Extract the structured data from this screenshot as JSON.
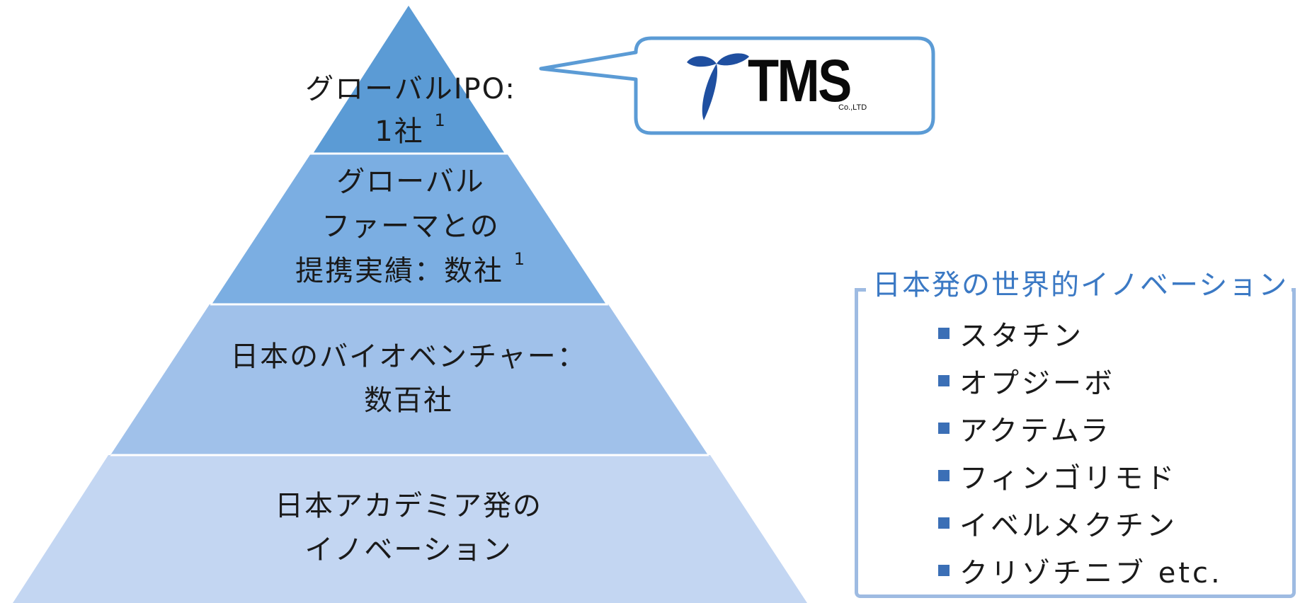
{
  "pyramid": {
    "tiers": [
      {
        "lines": [
          "グローバルIPO:",
          "1社"
        ],
        "footnote": "1",
        "color": "#5b9bd5"
      },
      {
        "lines": [
          "グローバル",
          "ファーマとの",
          "提携実績：数社"
        ],
        "footnote": "1",
        "color": "#7baee2"
      },
      {
        "lines": [
          "日本のバイオベンチャー：",
          "数百社"
        ],
        "color": "#a0c1ea"
      },
      {
        "lines": [
          "日本アカデミア発の",
          "イノベーション"
        ],
        "color": "#c3d6f2"
      }
    ]
  },
  "callout": {
    "logo_text": "TMS",
    "logo_sub": "Co.,LTD",
    "border_color": "#5b9bd5"
  },
  "innovation_box": {
    "title": "日本発の世界的イノベーション",
    "items": [
      "スタチン",
      "オプジーボ",
      "アクテムラ",
      "フィンゴリモド",
      "イベルメクチン",
      "クリゾチニブ etc."
    ],
    "title_color": "#3b79c4",
    "border_color": "#9ebbe2",
    "bullet_color": "#3b6fb6"
  }
}
